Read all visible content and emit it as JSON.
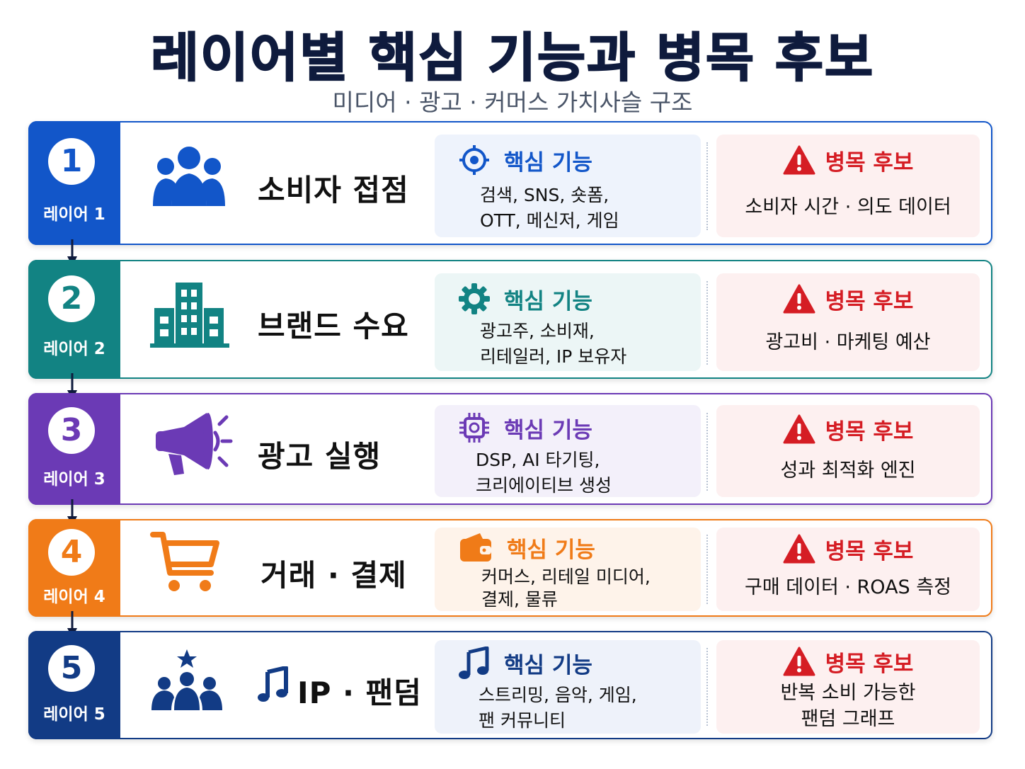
{
  "title": "레이어별 핵심 기능과 병목 후보",
  "subtitle": "미디어 · 광고 · 커머스 가치사슬 구조",
  "feature_heading": "핵심 기능",
  "bottleneck_heading": "병목 후보",
  "layers": [
    {
      "number": "1",
      "label": "레이어 1",
      "name": "소비자 접점",
      "icon": "people-group-icon",
      "color": "#1256c9",
      "panel_bg": "#eef3fc",
      "feature_icon": "target-icon",
      "features": [
        "검색, SNS, 숏폼,",
        "OTT, 메신저, 게임"
      ],
      "bottleneck": [
        "소비자 시간 · 의도 데이터"
      ]
    },
    {
      "number": "2",
      "label": "레이어 2",
      "name": "브랜드 수요",
      "icon": "buildings-icon",
      "color": "#128383",
      "panel_bg": "#ecf6f6",
      "feature_icon": "gear-icon",
      "features": [
        "광고주, 소비재,",
        "리테일러, IP 보유자"
      ],
      "bottleneck": [
        "광고비 · 마케팅 예산"
      ]
    },
    {
      "number": "3",
      "label": "레이어 3",
      "name": "광고 실행",
      "icon": "megaphone-icon",
      "color": "#6b3ab5",
      "panel_bg": "#f3f0fa",
      "feature_icon": "chip-icon",
      "features": [
        "DSP, AI 타기팅,",
        "크리에이티브 생성"
      ],
      "bottleneck": [
        "성과 최적화 엔진"
      ]
    },
    {
      "number": "4",
      "label": "레이어 4",
      "name": "거래 · 결제",
      "icon": "shopping-cart-icon",
      "color": "#f07b18",
      "panel_bg": "#fef3ea",
      "feature_icon": "wallet-icon",
      "features": [
        "커머스, 리테일 미디어,",
        "결제, 물류"
      ],
      "bottleneck": [
        "구매 데이터 · ROAS 측정"
      ]
    },
    {
      "number": "5",
      "label": "레이어 5",
      "name": "IP · 팬덤",
      "icon": "fan-community-icon",
      "color": "#123b85",
      "panel_bg": "#eef2fa",
      "feature_icon": "music-note-icon",
      "features": [
        "스트리밍, 음악, 게임,",
        "팬 커뮤니티"
      ],
      "bottleneck": [
        "반복 소비 가능한",
        "팬덤 그래프"
      ]
    }
  ]
}
